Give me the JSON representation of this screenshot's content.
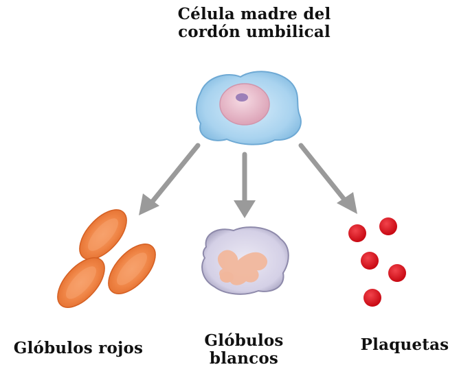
{
  "title": {
    "line1": "Célula madre del",
    "line2": "cordón umbilical"
  },
  "outputs": {
    "red_cells": {
      "label": "Glóbulos rojos"
    },
    "white_cells": {
      "line1": "Glóbulos",
      "line2": "blancos"
    },
    "platelets": {
      "label": "Plaquetas"
    }
  },
  "colors": {
    "stem_cell_body": "#a9d3ef",
    "stem_cell_nucleus": "#e8b7c8",
    "arrow": "#9a9a9a",
    "red_cell": "#f08a4b",
    "white_cell_body": "#d9d6ea",
    "white_cell_nucleus": "#f1b79c",
    "platelet": "#d8101c"
  }
}
